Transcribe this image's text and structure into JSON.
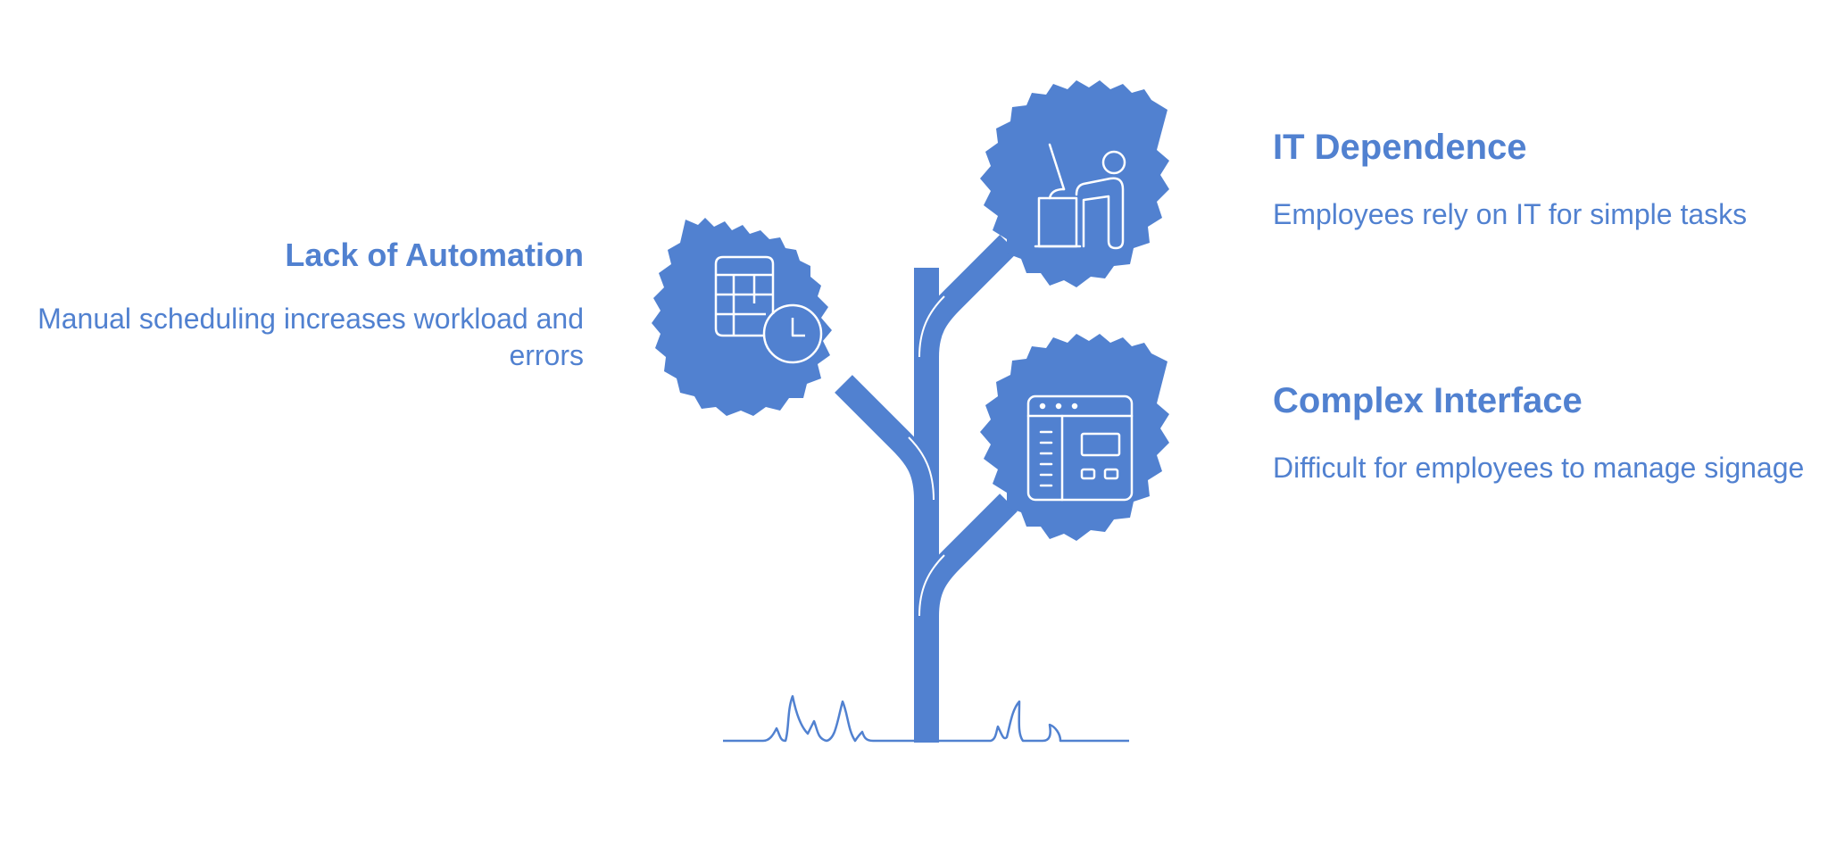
{
  "colors": {
    "accent": "#5181d0",
    "background": "#ffffff",
    "icon_stroke": "#ffffff"
  },
  "items": [
    {
      "title": "Lack of Automation",
      "description": "Manual scheduling increases workload and errors",
      "icon": "spreadsheet-clock-icon"
    },
    {
      "title": "IT Dependence",
      "description": "Employees rely on IT for simple tasks",
      "icon": "presenter-podium-icon"
    },
    {
      "title": "Complex Interface",
      "description": "Difficult for employees to manage signage",
      "icon": "browser-window-icon"
    }
  ]
}
